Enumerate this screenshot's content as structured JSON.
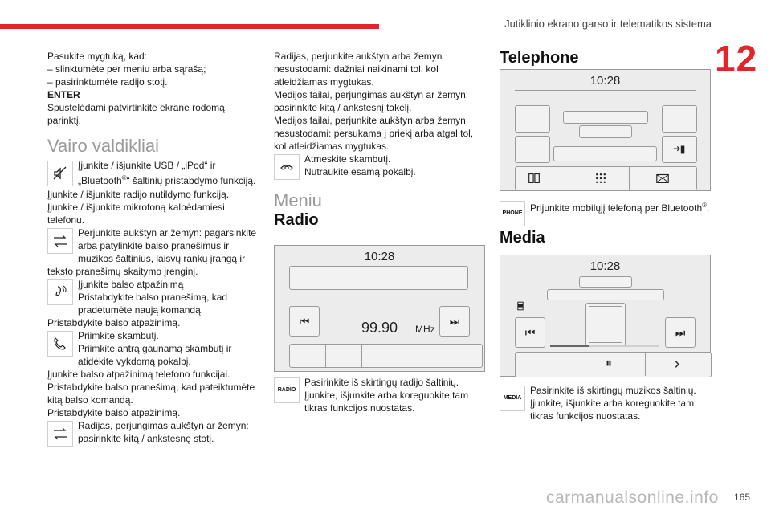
{
  "header": {
    "title": "Jutiklinio ekrano garso ir telematikos sistema",
    "chapter": "12",
    "page": "165"
  },
  "watermark": "carmanualsonline.info",
  "col1": {
    "intro": [
      "Pasukite mygtuką, kad:",
      "–   slinktumėte per meniu arba sąrašą;",
      "–  pasirinktumėte radijo stotį.",
      "ENTER",
      "Spustelėdami patvirtinkite ekrane rodomą parinktį."
    ],
    "section": "Vairo valdikliai",
    "mute": {
      "icon": "mute-icon",
      "first": "Įjunkite / išjunkite USB / „iPod“ ir „Bluetooth",
      "first_sup": "®",
      "first_end": "“ šaltinių pristabdymo funkciją.",
      "rest": "Įjunkite / išjunkite radijo nutildymo funkciją.\nĮjunkite / išjunkite mikrofoną kalbėdamiesi telefonu."
    },
    "scroll1": {
      "icon": "scroll-wheel-icon",
      "text": "Perjunkite aukštyn ar žemyn: pagarsinkite arba patylinkite balso pranešimus ir muzikos šaltinius, laisvų rankų įrangą ir teksto pranešimų skaitymo įrenginį."
    },
    "voice": {
      "icon": "voice-command-icon",
      "line1": "Įjunkite balso atpažinimą",
      "line2": "Pristabdykite balso pranešimą, kad pradėtumėte naują komandą.",
      "line3": "Pristabdykite balso atpažinimą."
    },
    "phone": {
      "icon": "phone-answer-icon",
      "line1": "Priimkite skambutį.",
      "line2": "Priimkite antrą gaunamą skambutį ir atidėkite vykdomą pokalbį.",
      "rest": "Įjunkite balso atpažinimą telefono funkcijai.\nPristabdykite balso pranešimą, kad pateiktumėte kitą balso komandą.\nPristabdykite balso atpažinimą."
    },
    "scroll2": {
      "icon": "scroll-wheel-icon",
      "text": "Radijas, perjungimas aukštyn ar žemyn: pasirinkite kitą / ankstesnę stotį."
    }
  },
  "col2": {
    "top": [
      "Radijas, perjunkite aukštyn arba žemyn nesustodami: dažniai naikinami tol, kol atleidžiamas mygtukas.",
      "Medijos failai, perjungimas aukštyn ar žemyn: pasirinkite kitą / ankstesnį takelį.",
      "Medijos failai, perjunkite aukštyn arba žemyn nesustodami: persukama į priekį arba atgal tol, kol atleidžiamas mygtukas."
    ],
    "hangup": {
      "icon": "phone-hangup-icon",
      "line1": "Atmeskite skambutį.",
      "line2": "Nutraukite esamą pokalbį."
    },
    "menu_title": "Meniu",
    "radio_title": "Radio",
    "radio_screen": {
      "time": "10:28",
      "frequency": "99.90",
      "unit": "MHz",
      "prev": "⏮",
      "next": "⏭"
    },
    "radio_desc": {
      "tag": "RADIO",
      "line1": "Pasirinkite iš skirtingų radijo šaltinių.",
      "line2": "Įjunkite, išjunkite arba koreguokite tam tikras funkcijos nuostatas."
    }
  },
  "col3": {
    "telephone_title": "Telephone",
    "tel_screen": {
      "time": "10:28"
    },
    "tel_desc": {
      "tag": "PHONE",
      "text": "Prijunkite mobilųjį telefoną per Bluetooth",
      "sup": "®",
      "end": "."
    },
    "media_title": "Media",
    "media_screen": {
      "time": "10:28",
      "prev": "⏮",
      "next": "⏭",
      "pause": "⏸",
      "forward": "›",
      "progress": 0.35
    },
    "media_desc": {
      "tag": "MEDIA",
      "line1": "Pasirinkite iš skirtingų muzikos šaltinių.",
      "line2": "Įjunkite, išjunkite arba koreguokite tam tikras funkcijos nuostatas."
    }
  }
}
